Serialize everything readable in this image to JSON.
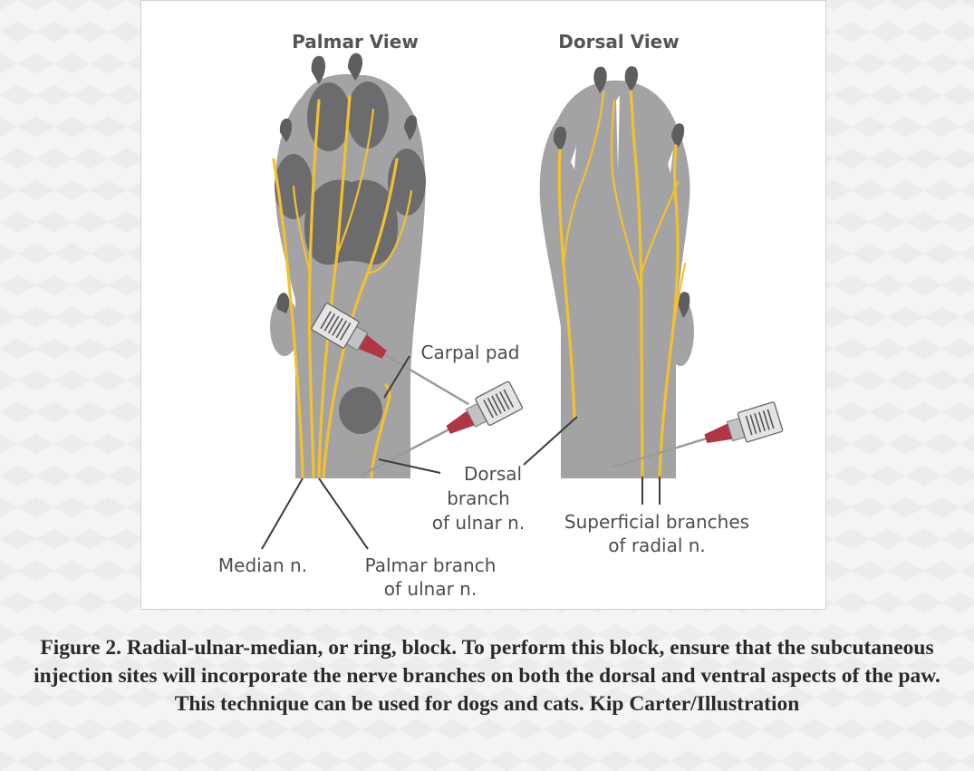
{
  "figure": {
    "palmar_title": "Palmar View",
    "dorsal_title": "Dorsal View",
    "labels": {
      "carpal_pad": "Carpal pad",
      "dorsal_branch_line1": "Dorsal",
      "dorsal_branch_line2": "branch",
      "dorsal_branch_line3": "of ulnar n.",
      "median": "Median n.",
      "palmar_branch_line1": "Palmar branch",
      "palmar_branch_line2": "of ulnar n.",
      "superficial_line1": "Superficial branches",
      "superficial_line2": "of radial n."
    }
  },
  "caption": "Figure 2. Radial-ulnar-median, or ring, block. To perform this block, ensure that the subcutaneous injection sites will incorporate the nerve branches on both the dorsal and ventral aspects of the paw. This technique can be used for dogs and cats. Kip Carter/Illustration"
}
